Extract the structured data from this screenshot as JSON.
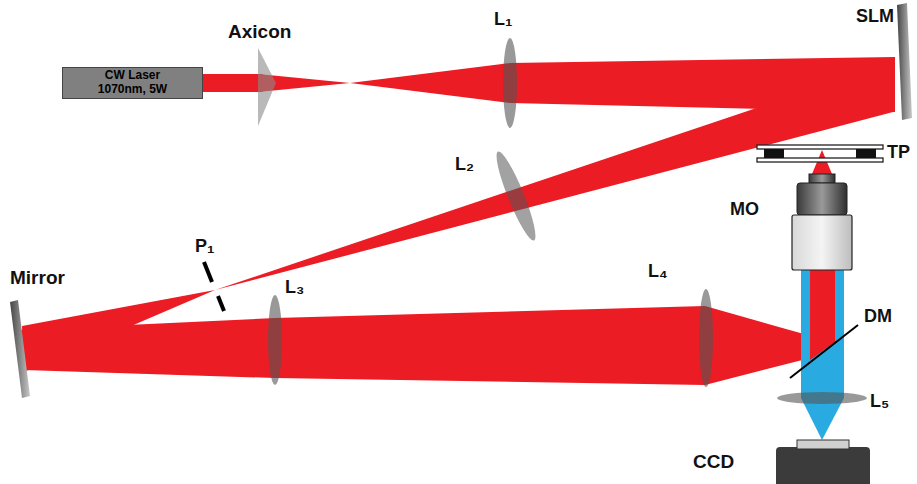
{
  "diagram": {
    "nodes": [
      {
        "text": [
          "CW Laser 1070nm, 5W"
        ]
      }
    ],
    "labels": [
      "Axicon",
      "L₁",
      "SLM",
      "L₂",
      "TP",
      "MO",
      "P₁",
      "Mirror",
      "L₃",
      "L₄",
      "DM",
      "L₅",
      "CCD"
    ]
  }
}
